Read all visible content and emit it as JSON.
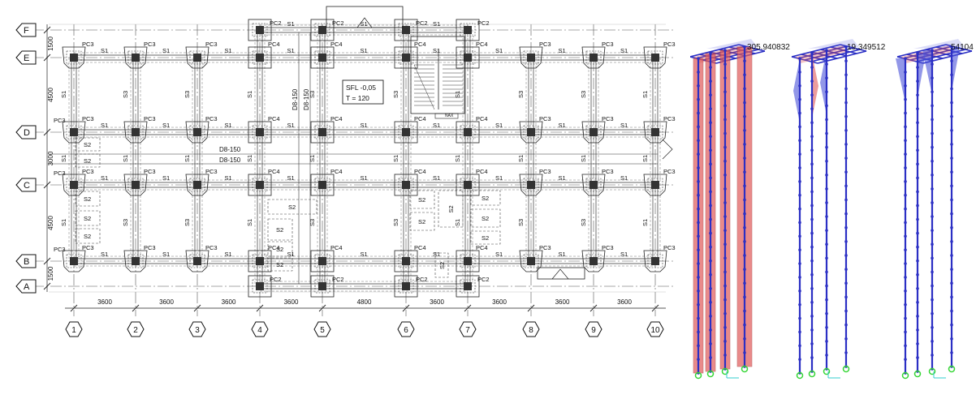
{
  "plan": {
    "axis_rows": [
      "F",
      "E",
      "D",
      "C",
      "B",
      "A"
    ],
    "axis_cols": [
      "1",
      "2",
      "3",
      "4",
      "5",
      "6",
      "7",
      "8",
      "9",
      "10"
    ],
    "row_dims": [
      "1500",
      "4500",
      "3000",
      "4500",
      "1500"
    ],
    "col_dims": [
      "3600",
      "3600",
      "3600",
      "3600",
      "4800",
      "3600",
      "3600",
      "3600",
      "3600"
    ],
    "note_sfl": "SFL -0,05",
    "note_t": "T = 120",
    "rebar_h1": "D8-150",
    "rebar_h2": "D8-150",
    "rebar_v1": "D8-150",
    "rebar_v2": "D8-150",
    "stair_label": "NAX",
    "labels": {
      "pc2": "PC2",
      "pc3": "PC3",
      "pc4": "PC4",
      "s1": "S1",
      "s2": "S2",
      "s3": "S3"
    }
  },
  "models": {
    "values": [
      "305.940832",
      "19.349512",
      "54104"
    ],
    "colors": {
      "positive": "#e05a5a",
      "negative": "#4a52d8",
      "frame": "#2b2fc4",
      "support": "#35d635"
    }
  }
}
